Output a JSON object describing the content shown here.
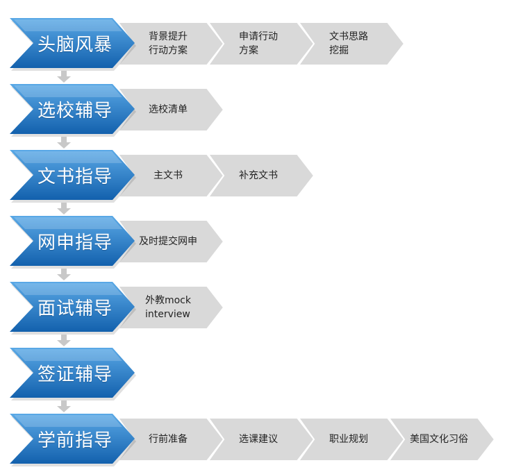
{
  "colors": {
    "stage_top": "#5aa9e6",
    "stage_bottom": "#1361ad",
    "sub_fill": "#d9d9d9",
    "connector": "#c8c8c8"
  },
  "stages": [
    {
      "label": "头脑风暴",
      "items": [
        "背景提升\n行动方案",
        "申请行动\n方案",
        "文书思路\n挖掘"
      ]
    },
    {
      "label": "选校辅导",
      "items": [
        "选校清单"
      ]
    },
    {
      "label": "文书指导",
      "items": [
        "主文书",
        "补充文书"
      ]
    },
    {
      "label": "网申指导",
      "items": [
        "及时提交网申"
      ]
    },
    {
      "label": "面试辅导",
      "items": [
        "外教mock\ninterview"
      ]
    },
    {
      "label": "签证辅导",
      "items": []
    },
    {
      "label": "学前指导",
      "items": [
        "行前准备",
        "选课建议",
        "职业规划",
        "美国文化习俗"
      ]
    }
  ]
}
